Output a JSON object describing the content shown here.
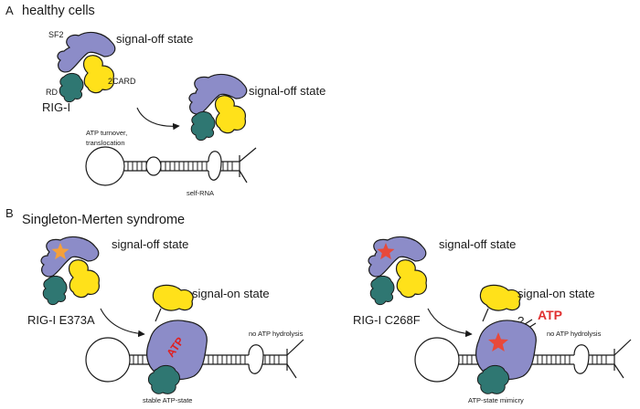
{
  "panels": {
    "a": {
      "letter": "A",
      "title": "healthy cells"
    },
    "b": {
      "letter": "B",
      "title": "Singleton-Merten syndrome"
    }
  },
  "labels": {
    "sf2": "SF2",
    "rd": "RD",
    "card": "2CARD",
    "rig_i": "RIG-I",
    "signal_off_1": "signal-off state",
    "signal_off_2": "signal-off state",
    "atp_turnover_1": "ATP turnover,",
    "atp_turnover_2": "translocation",
    "self_rna": "self-RNA",
    "e373a": "RIG-I E373A",
    "c268f": "RIG-I C268F",
    "signal_off_3": "signal-off state",
    "signal_off_4": "signal-off state",
    "signal_on_1": "signal-on state",
    "signal_on_2": "signal-on state",
    "atp_bound": "ATP",
    "no_atp_1": "no ATP hydrolysis",
    "no_atp_2": "no ATP hydrolysis",
    "stable_state": "stable ATP-state",
    "mimicry": "ATP-state mimicry",
    "question": "?",
    "atp_red": "ATP"
  },
  "colors": {
    "sf2": "#8c8cc8",
    "card": "#ffe11a",
    "rd": "#2f7772",
    "star_orange": "#f5a03a",
    "star_red": "#e8493a",
    "atp_red": "#e03030"
  }
}
